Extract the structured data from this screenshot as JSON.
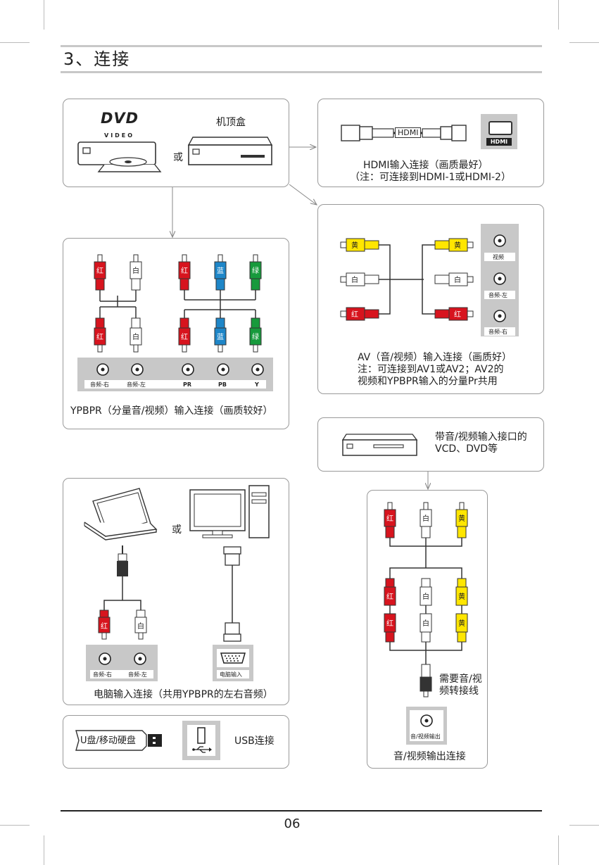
{
  "heading": "3、连接",
  "page_number": "06",
  "colors": {
    "red": "#d7141e",
    "white": "#ffffff",
    "yellow": "#ffe600",
    "blue": "#1e86c8",
    "green": "#179a3c",
    "jack_panel": "#c8c8c8",
    "panel_border": "#9a9a9a"
  },
  "source": {
    "dvd_logo": "DVD",
    "dvd_sub": "VIDEO",
    "or": "或",
    "stb_label": "机顶盒"
  },
  "hdmi": {
    "cable_label": "HDMI",
    "port_logo": "HDMI",
    "caption1": "HDMI输入连接（画质最好）",
    "caption2": "（注：可连接到HDMI-1或HDMI-2）"
  },
  "av": {
    "plug_yellow": "黄",
    "plug_white": "白",
    "plug_red": "红",
    "jack_video": "视频",
    "jack_left": "音频-左",
    "jack_right": "音频-右",
    "caption1": "AV（音/视频）输入连接（画质好）",
    "caption2": "注：可连接到AV1或AV2；AV2的",
    "caption3": "视频和YPBPR输入的分量Pr共用"
  },
  "ypbpr": {
    "plug_red": "红",
    "plug_white": "白",
    "plug_blue": "蓝",
    "plug_green": "绿",
    "jack_right": "音频-右",
    "jack_left": "音频-左",
    "jack_pr": "PR",
    "jack_pb": "PB",
    "jack_y": "Y",
    "caption": "YPBPR（分量音/视频）输入连接（画质较好）"
  },
  "vcd": {
    "caption1": "带音/视频输入接口的",
    "caption2": "VCD、DVD等"
  },
  "pc": {
    "or": "或",
    "plug_red": "红",
    "plug_white": "白",
    "jack_right": "音频-右",
    "jack_left": "音频-左",
    "vga_label": "电脑输入",
    "caption": "电脑输入连接（共用YPBPR的左右音频）"
  },
  "avout": {
    "plug_red": "红",
    "plug_white": "白",
    "plug_yellow": "黄",
    "note1": "需要音/视",
    "note2": "频转接线",
    "jack_label": "音/视频输出",
    "caption": "音/视频输出连接"
  },
  "usb": {
    "device_label": "U盘/移动硬盘",
    "caption": "USB连接"
  }
}
